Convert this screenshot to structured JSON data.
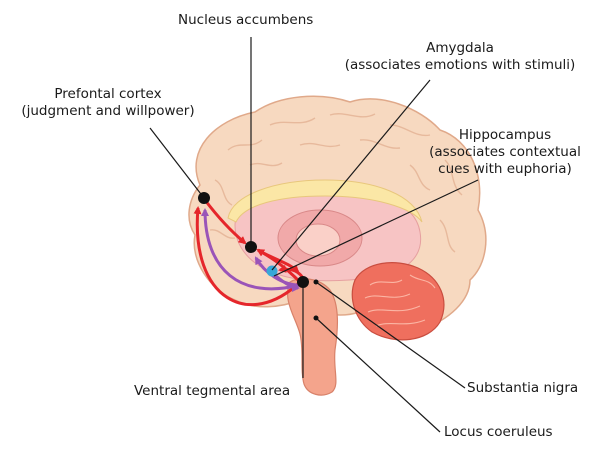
{
  "labels": {
    "nucleus_accumbens": {
      "line1": "Nucleus accumbens"
    },
    "amygdala": {
      "line1": "Amygdala",
      "line2": "(associates emotions with stimuli)"
    },
    "prefrontal_cortex": {
      "line1": "Prefontal cortex",
      "line2": "(judgment and willpower)"
    },
    "hippocampus": {
      "line1": "Hippocampus",
      "line2": "(associates contextual",
      "line3": "cues with euphoria)"
    },
    "ventral_tegmental_area": {
      "line1": "Ventral tegmental area"
    },
    "substantia_nigra": {
      "line1": "Substantia nigra"
    },
    "locus_coeruleus": {
      "line1": "Locus coeruleus"
    }
  },
  "colors": {
    "brain_fill": "#f7d9c0",
    "brain_outline": "#e0a98a",
    "inner_pink": "#f3b6b6",
    "cerebellum": "#ef6f5e",
    "brainstem": "#f4a48c",
    "corpus_callosum": "#fbe7a6",
    "red_arrow": "#e5262b",
    "purple_arrow": "#9a54b8",
    "amygdala_dot": "#37a8d8",
    "leader": "#1a1a1a"
  }
}
